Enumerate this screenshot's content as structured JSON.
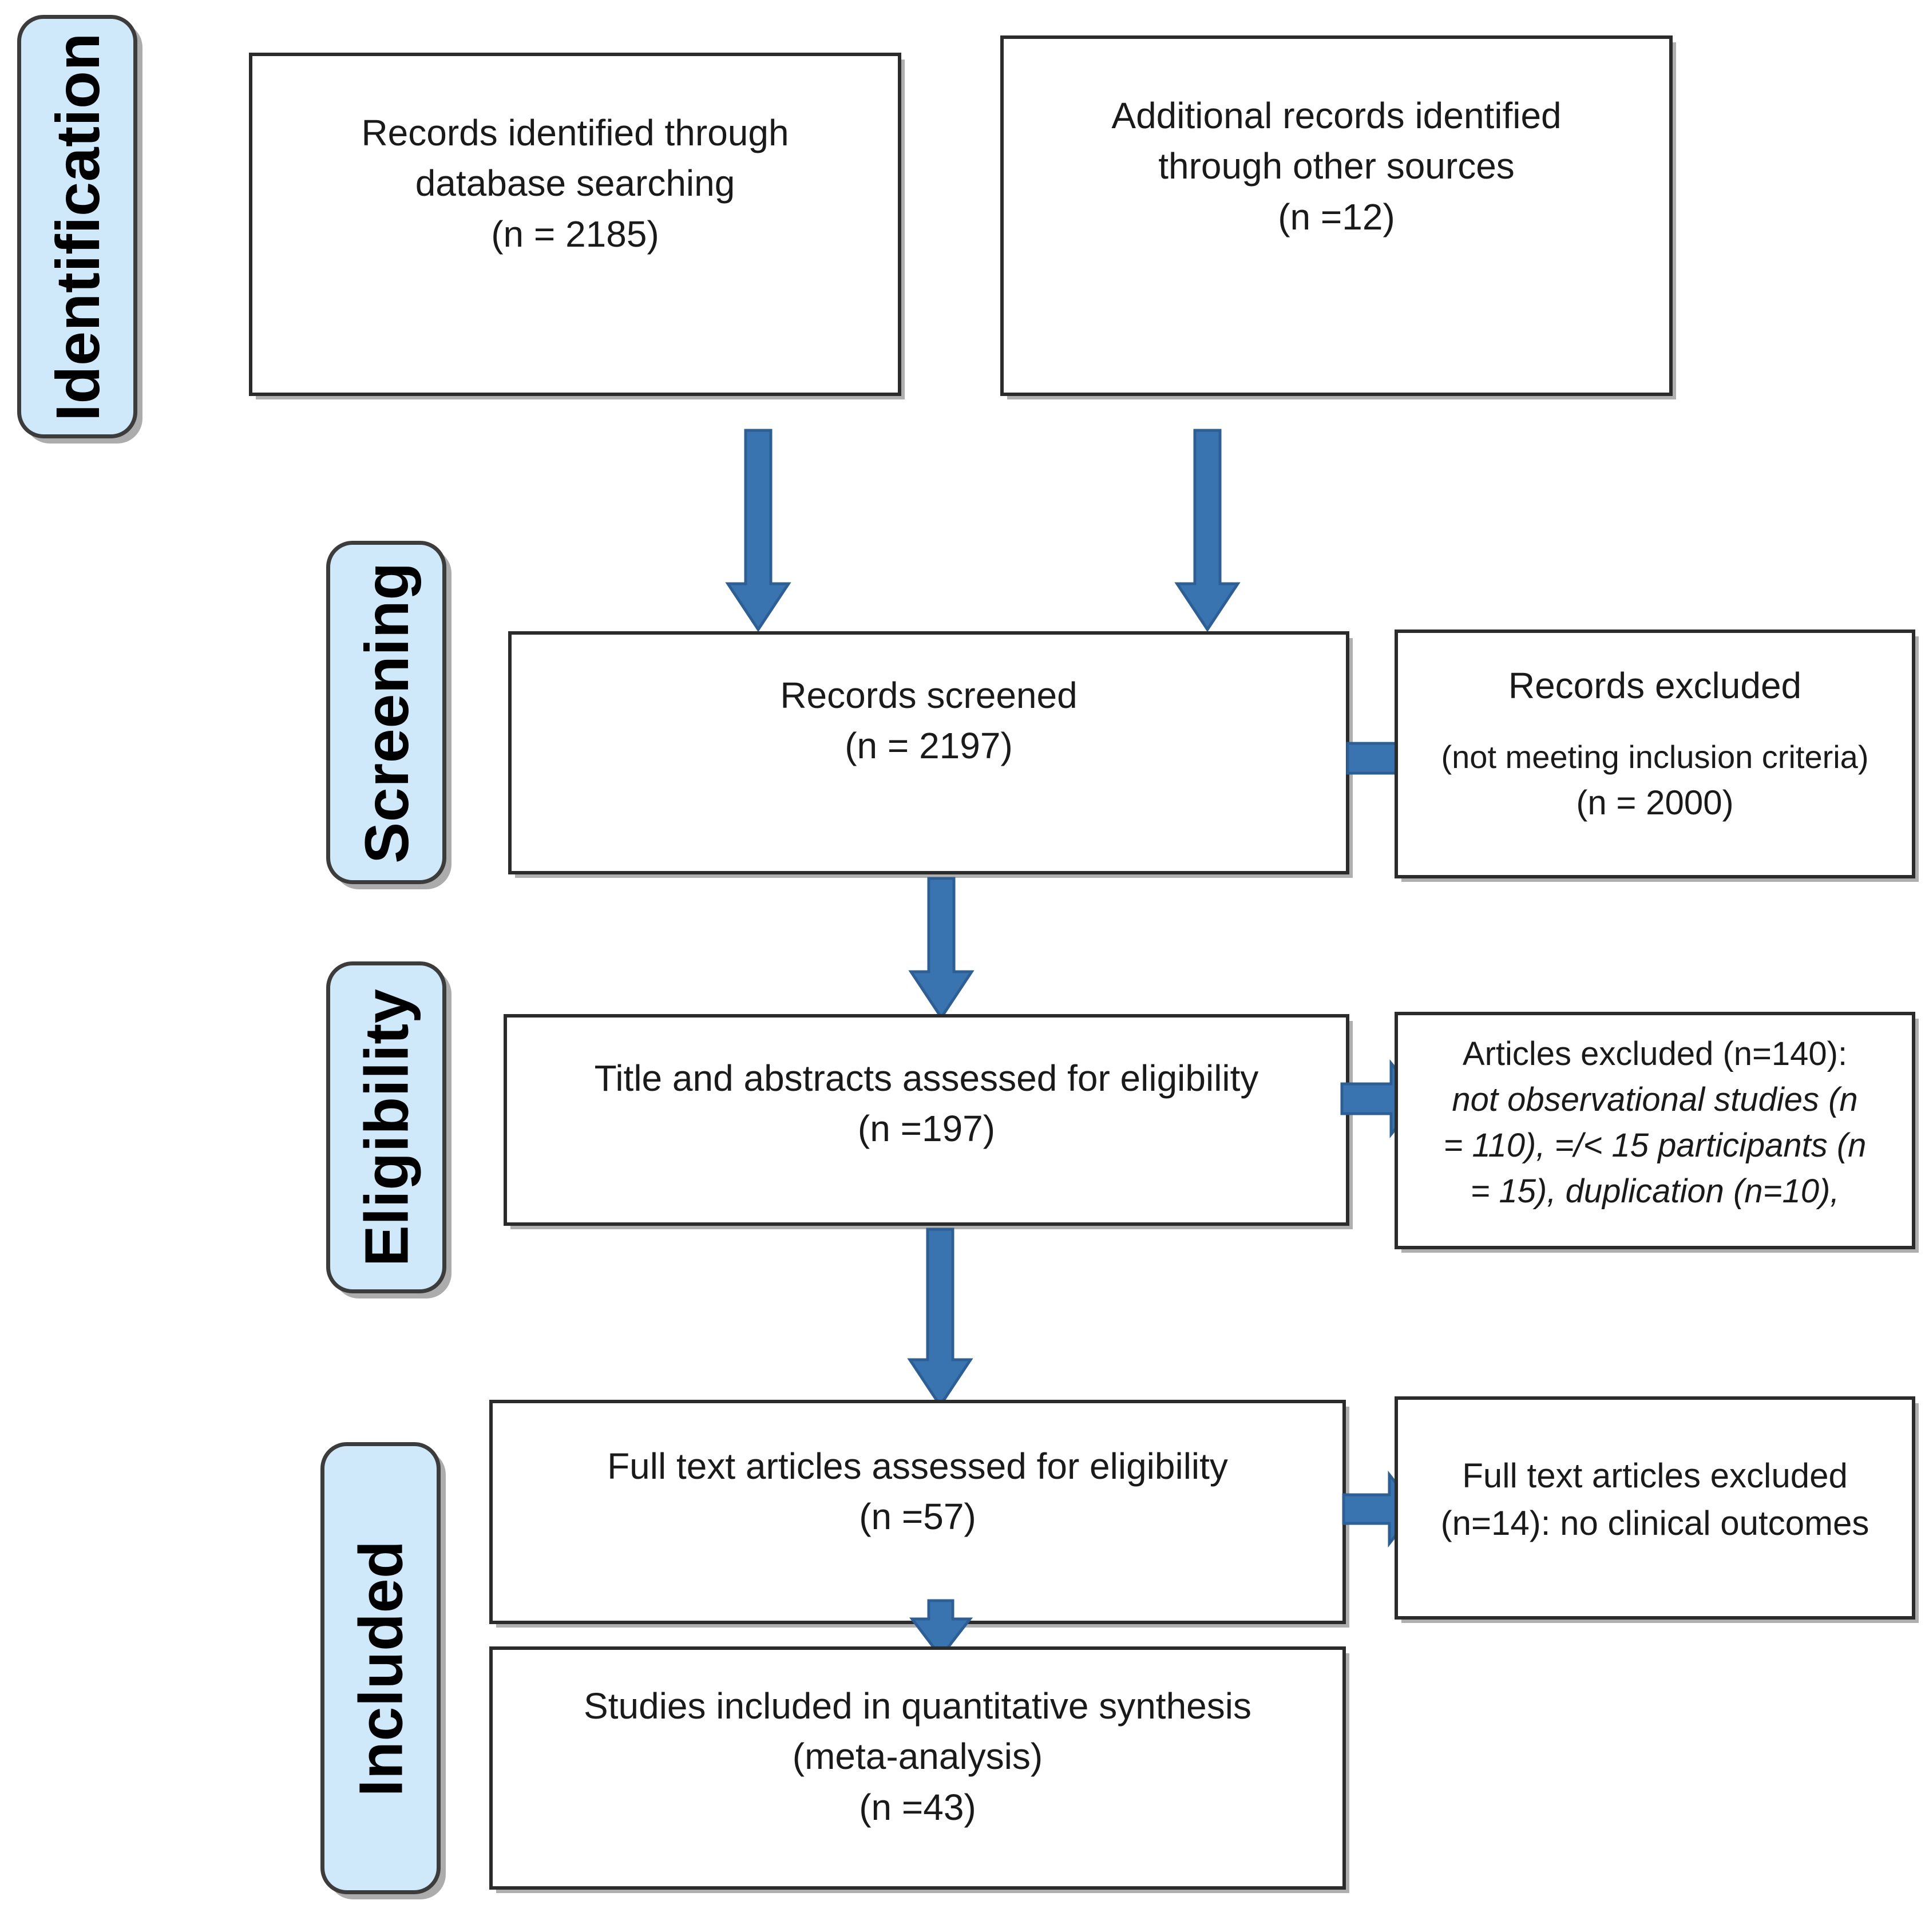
{
  "diagram": {
    "type": "prisma-flow-diagram",
    "stages": [
      {
        "id": "identification",
        "label": "Identification"
      },
      {
        "id": "screening",
        "label": "Screening"
      },
      {
        "id": "eligibility",
        "label": "Eligibility"
      },
      {
        "id": "included",
        "label": "Included"
      }
    ],
    "boxes": {
      "records_identified": {
        "line1": "Records identified through",
        "line2": "database searching",
        "line3": "(n = 2185)"
      },
      "additional_records": {
        "line1": "Additional records identified",
        "line2": "through other sources",
        "line3": "(n =12)"
      },
      "records_screened": {
        "line1": "Records screened",
        "line2": "(n = 2197)"
      },
      "records_excluded": {
        "line1": "Records excluded",
        "line2": "(not meeting inclusion criteria)",
        "line3": "(n = 2000)"
      },
      "titles_assessed": {
        "line1": "Title and abstracts assessed for eligibility",
        "line2": "(n =197)"
      },
      "articles_excluded": {
        "line1": "Articles excluded (n=140):",
        "line2": "not observational studies (n",
        "line3": "= 110), =/< 15 participants (n",
        "line4": "= 15), duplication (n=10),"
      },
      "fulltext_assessed": {
        "line1": "Full text articles assessed for eligibility",
        "line2": "(n =57)"
      },
      "fulltext_excluded": {
        "line1": "Full text articles excluded",
        "line2": "(n=14): no clinical outcomes"
      },
      "studies_included": {
        "line1": "Studies included in quantitative synthesis",
        "line2": "(meta-analysis)",
        "line3": "(n =43)"
      }
    },
    "colors": {
      "pill_fill": "#cfe8fa",
      "pill_border": "#3c3c3c",
      "box_border": "#2b2b2b",
      "arrow_fill": "#3a74b0",
      "arrow_stroke": "#1f4e79",
      "text": "#1a1a1a",
      "background": "#ffffff"
    },
    "arrows": {
      "db_to_screened": "down-arrow",
      "other_to_screened": "down-arrow",
      "screened_to_titles": "down-arrow",
      "screened_to_excluded": "right-arrow",
      "titles_to_fulltext": "down-arrow",
      "titles_to_articles_excluded": "right-arrow",
      "fulltext_to_included": "down-arrow",
      "fulltext_to_fulltext_excluded": "right-arrow"
    }
  }
}
